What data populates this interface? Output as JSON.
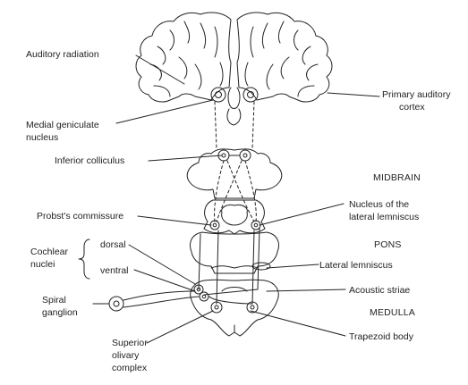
{
  "labels": {
    "auditory_radiation": "Auditory radiation",
    "primary_auditory_cortex_1": "Primary auditory",
    "primary_auditory_cortex_2": "cortex",
    "medial_geniculate_1": "Medial geniculate",
    "medial_geniculate_2": "nucleus",
    "inferior_colliculus": "Inferior colliculus",
    "midbrain": "MIDBRAIN",
    "nucleus_lateral_lemniscus_1": "Nucleus of the",
    "nucleus_lateral_lemniscus_2": "lateral lemniscus",
    "probsts_commissure": "Probst's commissure",
    "cochlear_nuclei_1": "Cochlear",
    "cochlear_nuclei_2": "nuclei",
    "dorsal": "dorsal",
    "ventral": "ventral",
    "pons": "PONS",
    "lateral_lemniscus": "Lateral lemniscus",
    "spiral_ganglion_1": "Spiral",
    "spiral_ganglion_2": "ganglion",
    "acoustic_striae": "Acoustic striae",
    "medulla": "MEDULLA",
    "superior_olivary_1": "Superior",
    "superior_olivary_2": "olivary",
    "superior_olivary_3": "complex",
    "trapezoid_body": "Trapezoid body"
  },
  "colors": {
    "line": "#222222",
    "background": "#ffffff"
  }
}
